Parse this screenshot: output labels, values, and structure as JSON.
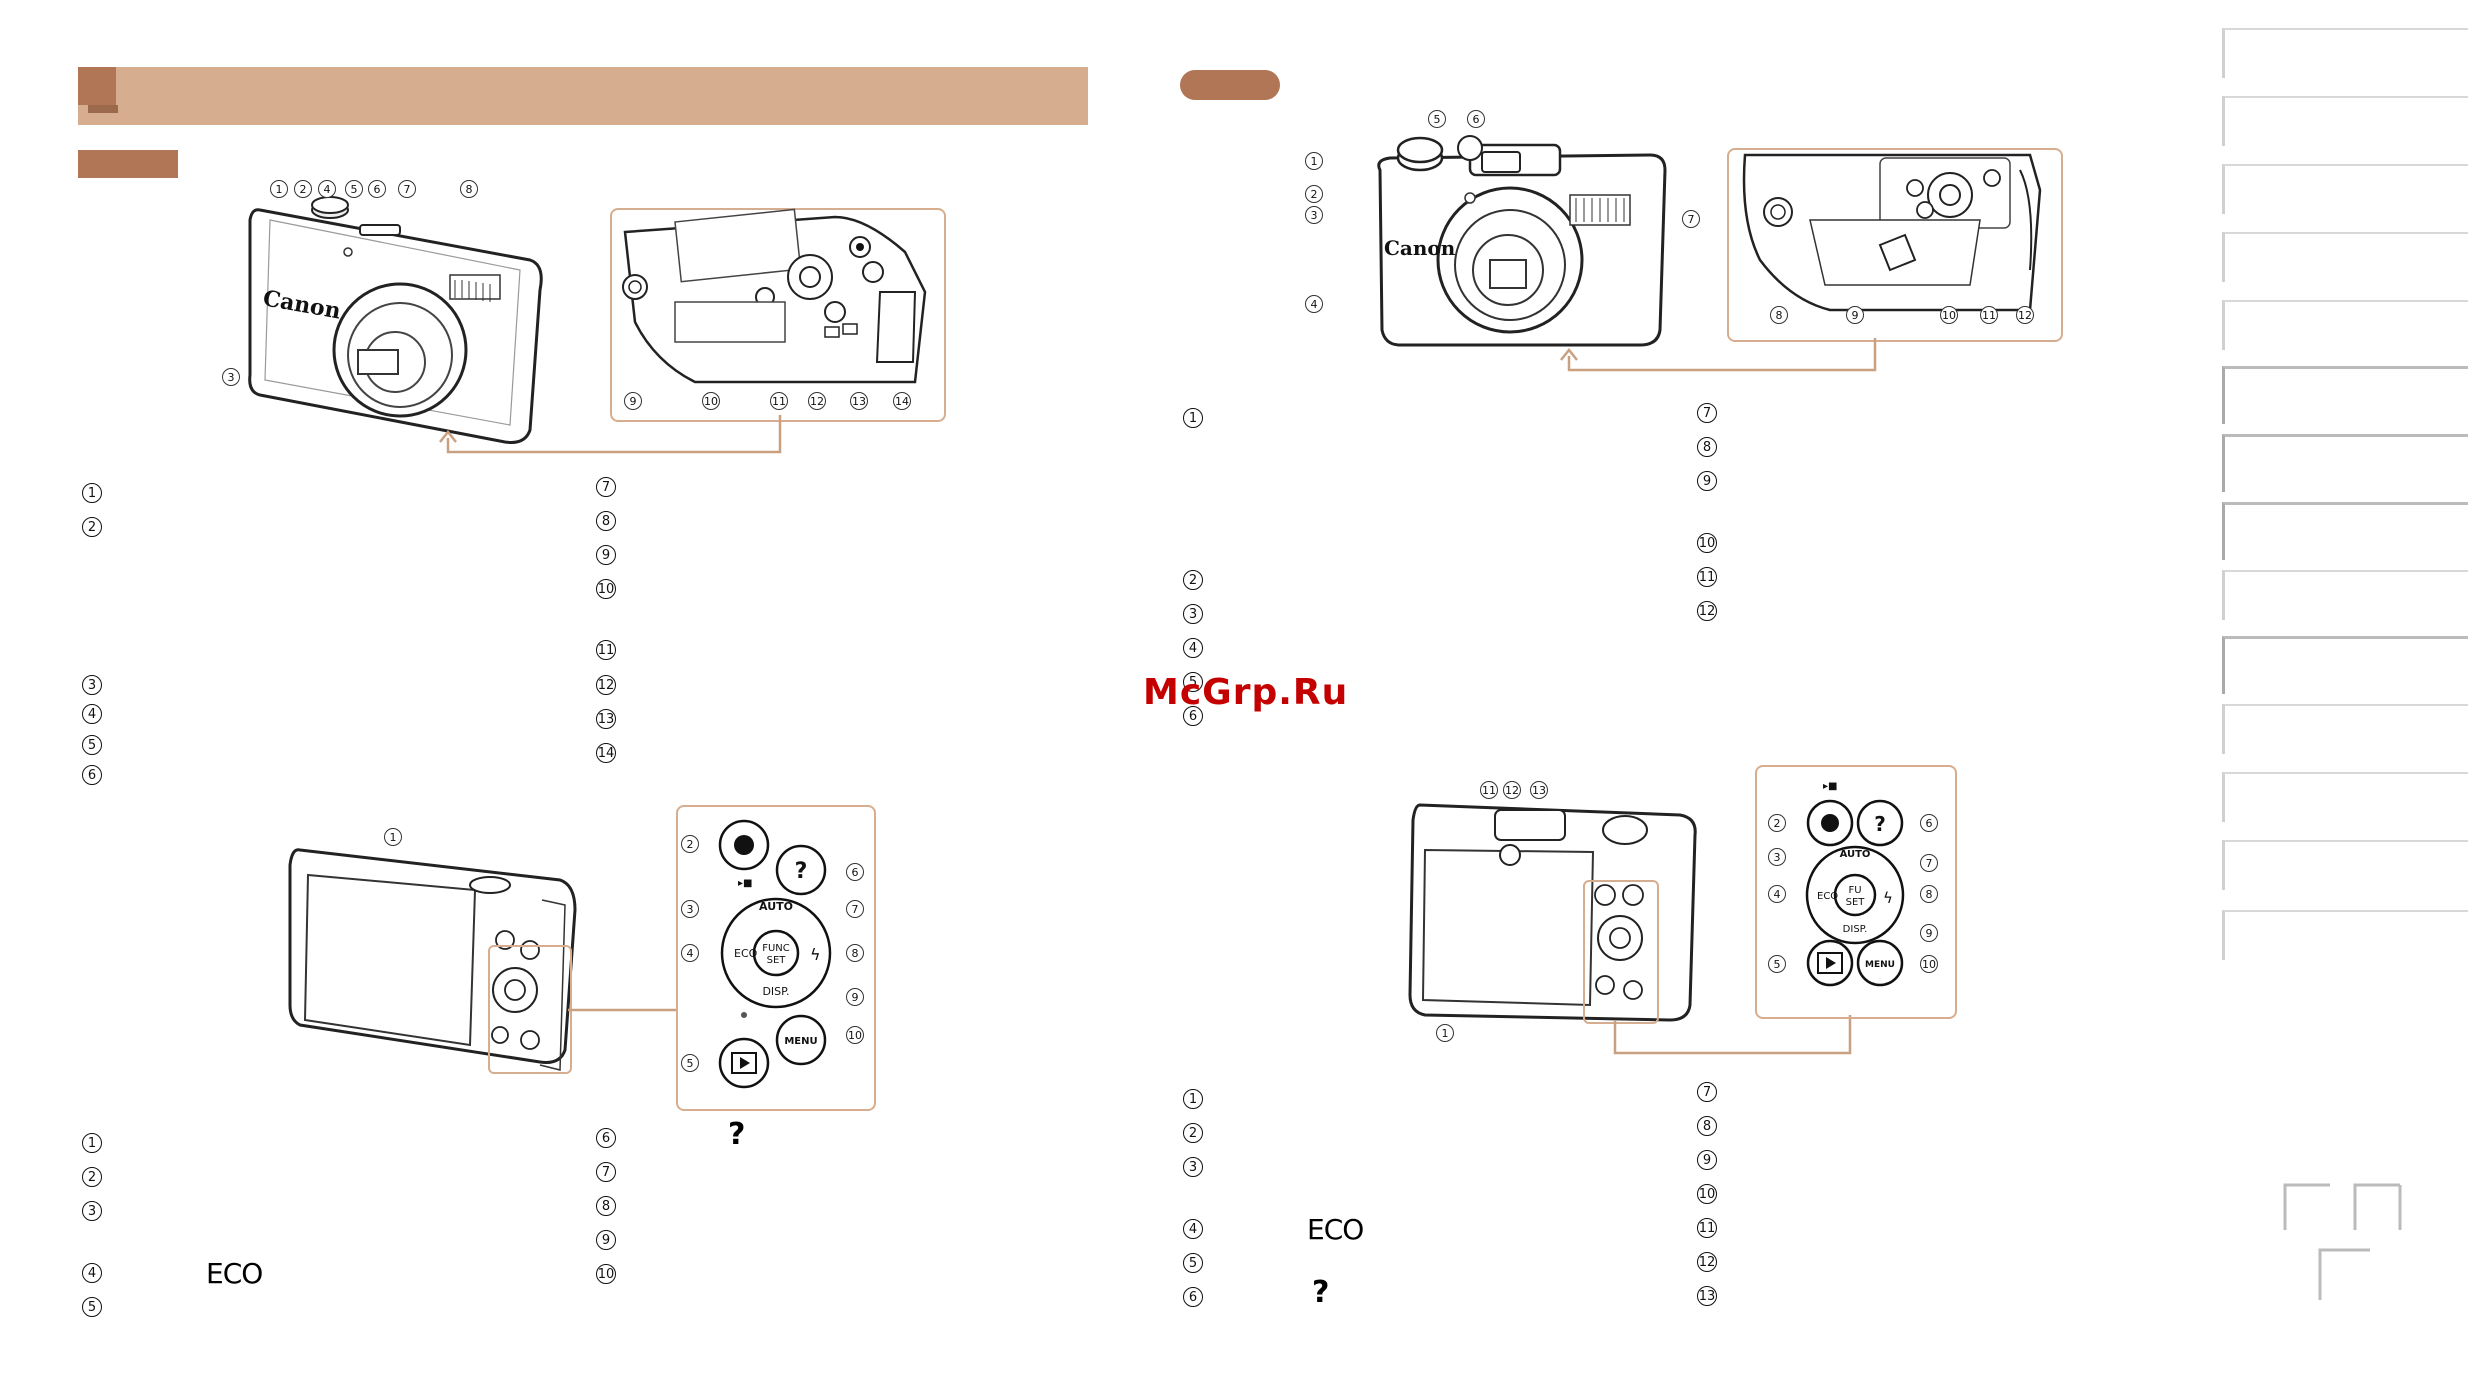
{
  "watermark": "McGrp.Ru",
  "camera_brand": "Canon",
  "glyphs": {
    "help": "?",
    "eco": "ECO"
  },
  "button_labels": {
    "func": "FUNC",
    "set": "SET",
    "disp": "DISP.",
    "menu": "MENU",
    "auto": "AUTO",
    "fu": "FU"
  },
  "left_front_items": [
    "1",
    "2",
    "3",
    "4",
    "5",
    "6"
  ],
  "left_front_items_b": [
    "7",
    "8",
    "9",
    "10",
    "11",
    "12",
    "13",
    "14"
  ],
  "left_back_items": [
    "1",
    "2",
    "3",
    "4",
    "5"
  ],
  "left_back_items_b": [
    "6",
    "7",
    "8",
    "9",
    "10"
  ],
  "right_front_items": [
    "1",
    "2",
    "3",
    "4",
    "5",
    "6"
  ],
  "right_front_items_b": [
    "7",
    "8",
    "9",
    "10",
    "11",
    "12"
  ],
  "right_back_items": [
    "1",
    "2",
    "3",
    "4",
    "5",
    "6"
  ],
  "right_back_items_b": [
    "7",
    "8",
    "9",
    "10",
    "11",
    "12",
    "13"
  ],
  "colors": {
    "header": "#d6ae8f",
    "header_dark": "#b07655",
    "watermark": "#c40000"
  }
}
